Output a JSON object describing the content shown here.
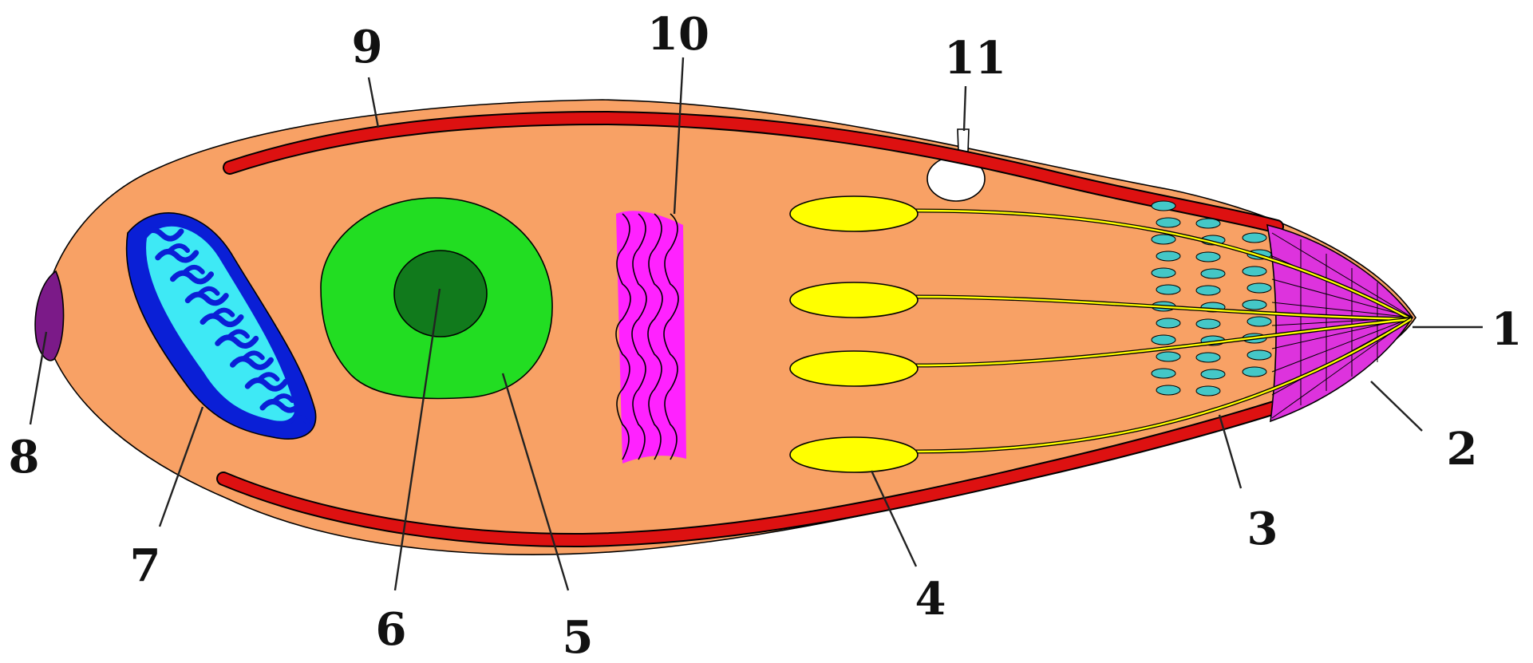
{
  "colors": {
    "background": "#ffffff",
    "cell_body": "#f8a165",
    "filament": "#dd1111",
    "nucleus": "#22dd22",
    "nucleolus": "#117a1c",
    "golgi": "#ff22ff",
    "toxicyst": "#ffff00",
    "kinetosome": "#44c7c7",
    "apical": "#dd33dd",
    "mito_outer": "#0a1fd6",
    "mito_inner": "#3ee9f5",
    "posterior": "#7b1a88",
    "vacuole": "#ffffff"
  },
  "icons": {
    "cell": "cell-body-shape",
    "mitochondrion": "mitochondrion-shape",
    "nucleus": "nucleus-shape",
    "golgi": "golgi-shape",
    "vacuole": "contractile-vacuole-shape"
  },
  "labels": {
    "l1": "1",
    "l2": "2",
    "l3": "3",
    "l4": "4",
    "l5": "5",
    "l6": "6",
    "l7": "7",
    "l8": "8",
    "l9": "9",
    "l10": "10",
    "l11": "11"
  }
}
